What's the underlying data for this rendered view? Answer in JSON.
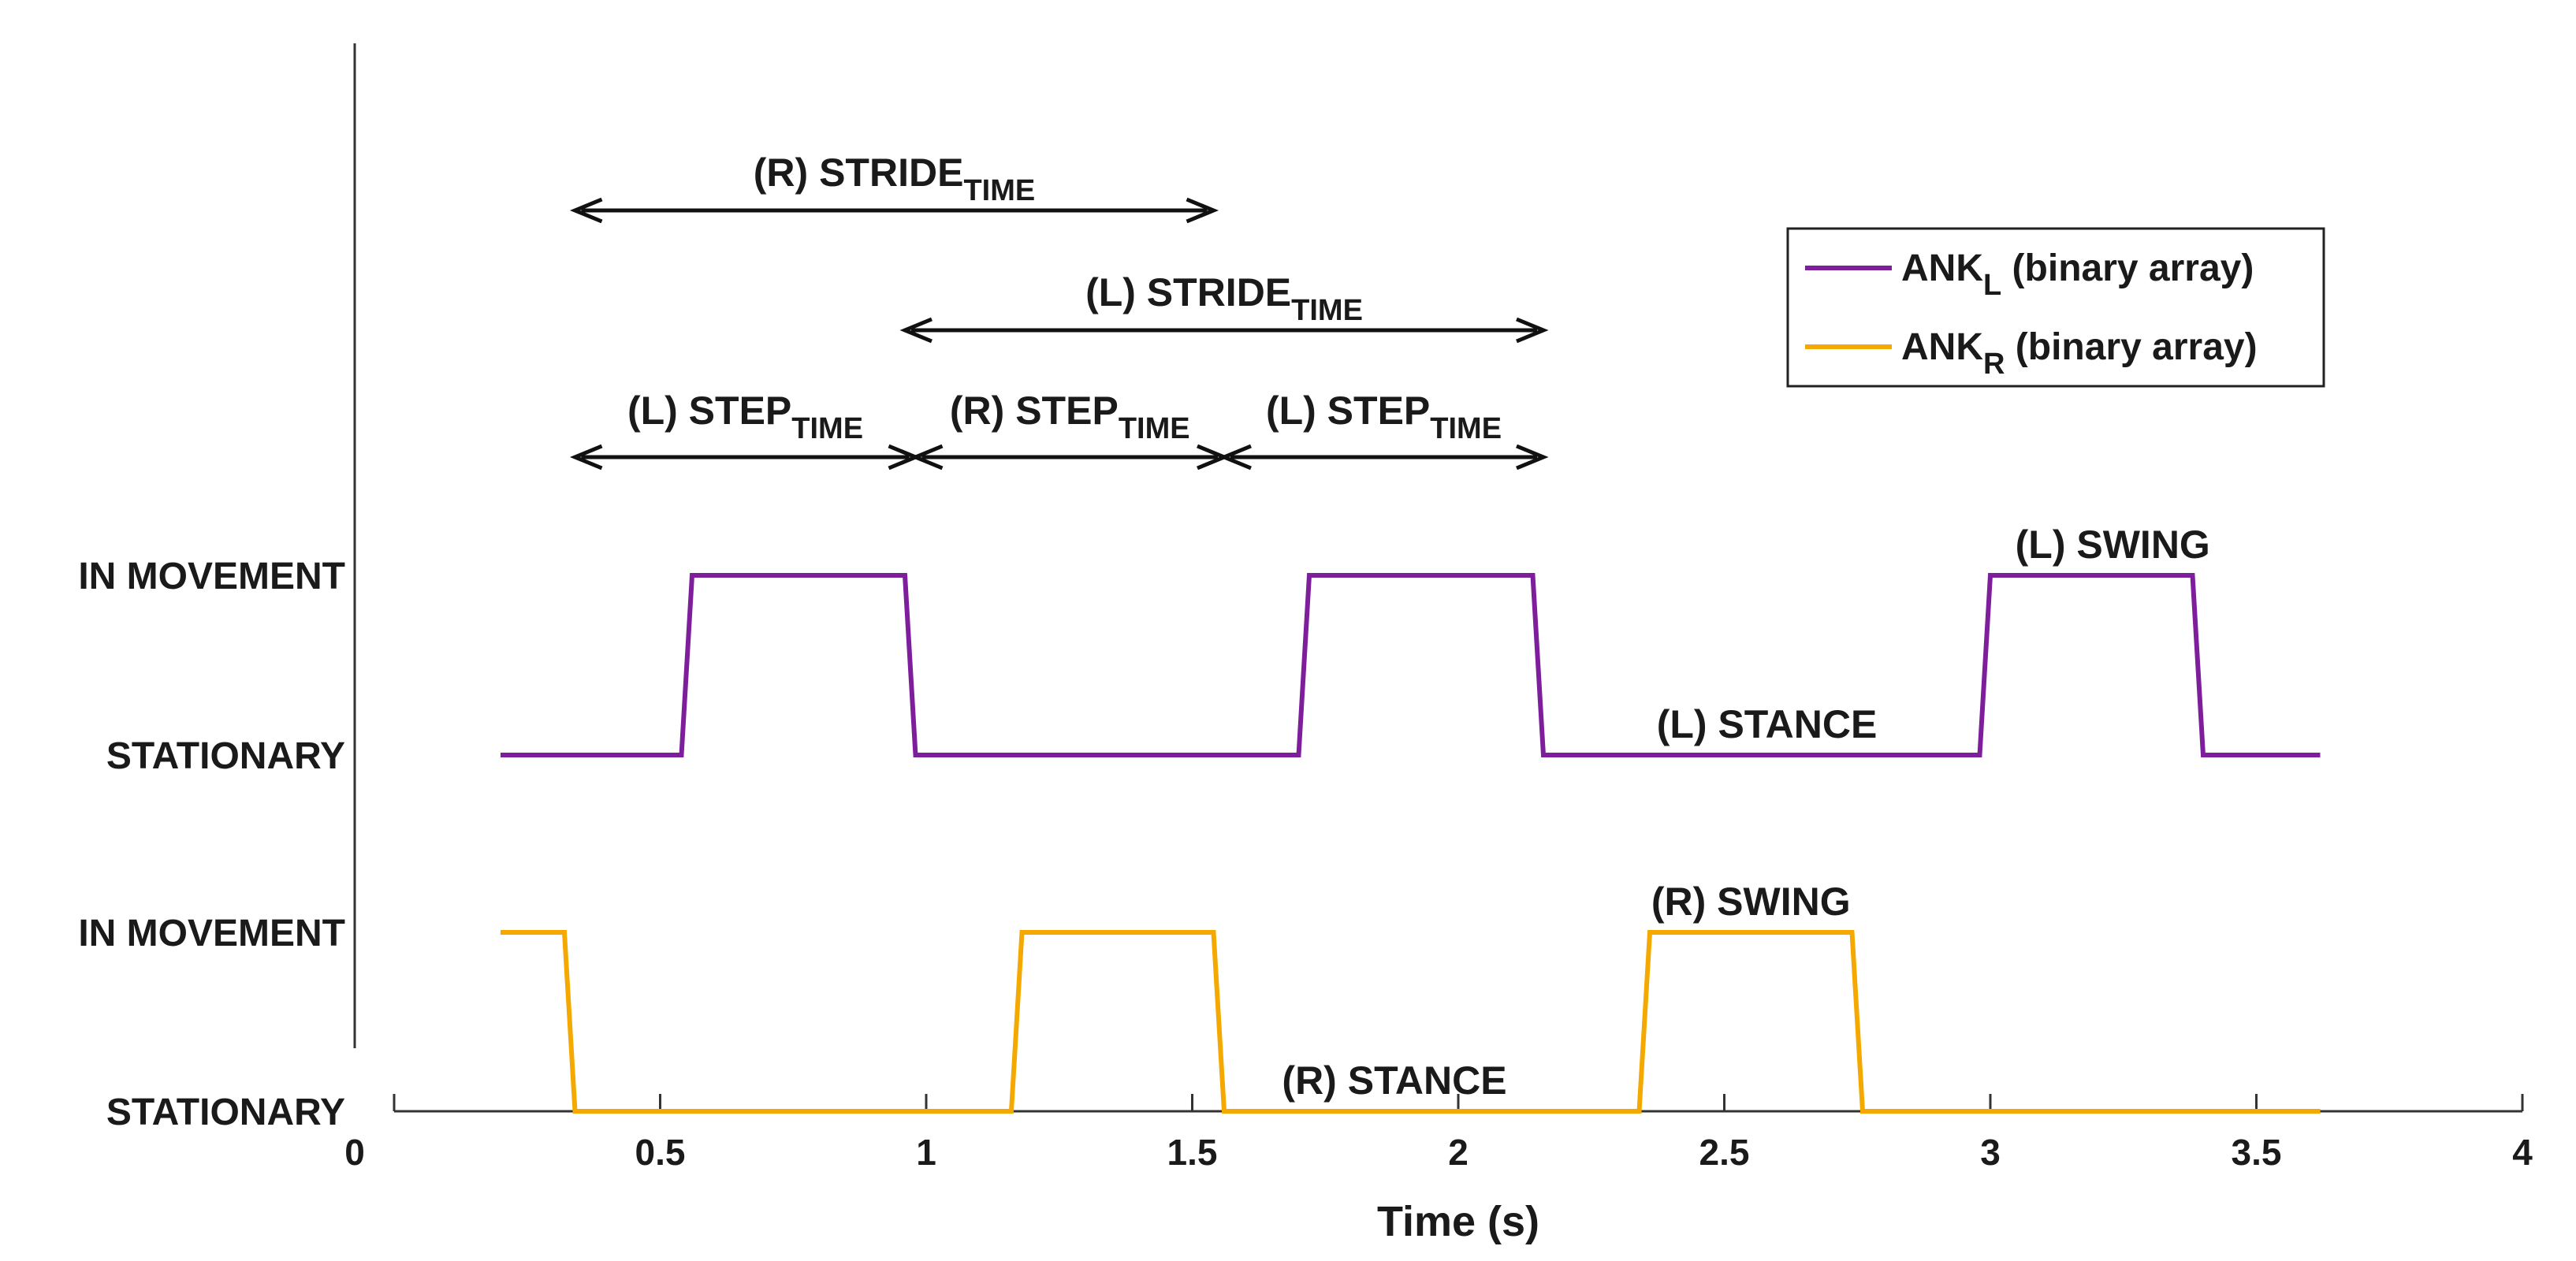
{
  "chart_data": {
    "type": "line",
    "xlabel": "Time (s)",
    "xlim": [
      0,
      4
    ],
    "x_ticks": [
      0,
      0.5,
      1,
      1.5,
      2,
      2.5,
      3,
      3.5,
      4
    ],
    "x_tick_labels": [
      "0",
      "0.5",
      "1",
      "1.5",
      "2",
      "2.5",
      "3",
      "3.5",
      "4"
    ],
    "y_labels": {
      "left_move": "IN MOVEMENT",
      "left_stat": "STATIONARY",
      "right_move": "IN MOVEMENT",
      "right_stat": "STATIONARY"
    },
    "grid": false,
    "legend_position": "top-right",
    "series": [
      {
        "name": "ANK_L (binary array)",
        "legend_main": "ANK",
        "legend_sub": "L",
        "legend_rest": " (binary array)",
        "color": "#7E1E9C",
        "x": [
          0.2,
          0.54,
          0.56,
          0.96,
          0.98,
          1.7,
          1.72,
          2.14,
          2.16,
          2.98,
          3.0,
          3.38,
          3.4,
          3.62
        ],
        "y": [
          0,
          0,
          1,
          1,
          0,
          0,
          1,
          1,
          0,
          0,
          1,
          1,
          0,
          0
        ]
      },
      {
        "name": "ANK_R (binary array)",
        "legend_main": "ANK",
        "legend_sub": "R",
        "legend_rest": " (binary array)",
        "color": "#F5A800",
        "x": [
          0.2,
          0.32,
          0.34,
          1.16,
          1.18,
          1.54,
          1.56,
          2.34,
          2.36,
          2.74,
          2.76,
          3.62
        ],
        "y": [
          1,
          1,
          0,
          0,
          1,
          1,
          0,
          0,
          1,
          1,
          0,
          0
        ]
      }
    ],
    "intervals": [
      {
        "label": "(R) STRIDE",
        "sub": "TIME",
        "x0": 0.34,
        "x1": 1.54
      },
      {
        "label": "(L) STRIDE",
        "sub": "TIME",
        "x0": 0.96,
        "x1": 2.16
      },
      {
        "label": "(L) STEP",
        "sub": "TIME",
        "x0": 0.34,
        "x1": 0.98
      },
      {
        "label": "(R) STEP",
        "sub": "TIME",
        "x0": 0.98,
        "x1": 1.56
      },
      {
        "label": "(L) STEP",
        "sub": "TIME",
        "x0": 1.56,
        "x1": 2.16
      }
    ],
    "annotations": [
      {
        "text": "(L) SWING",
        "series": "ANK_L",
        "level": "move",
        "x": 3.23
      },
      {
        "text": "(L) STANCE",
        "series": "ANK_L",
        "level": "stat",
        "x": 2.58
      },
      {
        "text": "(R) SWING",
        "series": "ANK_R",
        "level": "move",
        "x": 2.55
      },
      {
        "text": "(R) STANCE",
        "series": "ANK_R",
        "level": "stat",
        "x": 1.88
      }
    ]
  }
}
